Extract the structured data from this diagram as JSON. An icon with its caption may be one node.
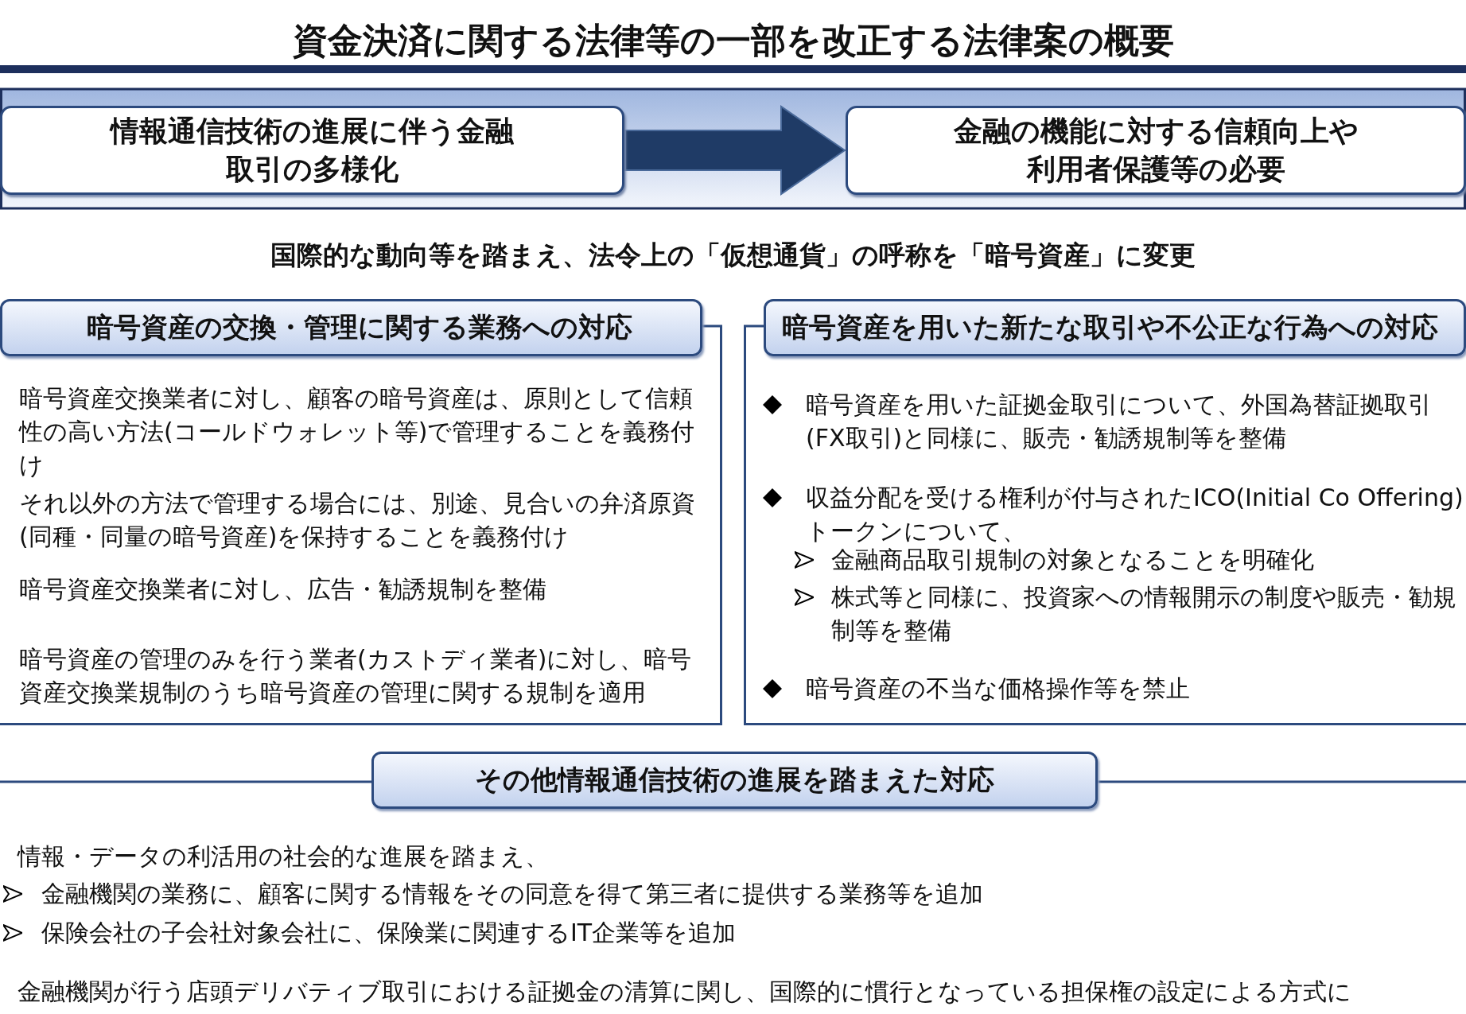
{
  "diagram": {
    "title": "資金決済に関する法律等の一部を改正する法律案の概要",
    "nodes": [
      {
        "text": [
          "情報通信技術の進展に伴う金融取引の多様化"
        ]
      },
      {
        "text": [
          "金融の機能に対する信頼向上や利用者保護等の必要"
        ]
      },
      {
        "text": [
          "暗号資産の交換・管理に関する業務への対応",
          "暗号資産交換業者に対し、顧客の暗号資産は、原則として信頼性の高い方法(コールドウォレット等)で管理することを義務付け",
          "それ以外の方法で管理する場合には、別途、見合いの弁済原資(同種・同量の暗号資産)を保持することを義務付け",
          "暗号資産交換業者に対し、広告・勧誘規制を整備",
          "暗号資産の管理のみを行う業者(カストディ業者)に対し、暗号資産交換業規制のうち暗号資産の管理に関する規制を適用"
        ]
      },
      {
        "text": [
          "暗号資産を用いた新たな取引や不公正な行為への対応",
          "暗号資産を用いた証拠金取引について、外国為替証拠取引(FX取引)と同様に、販売・勧誘規制等を整備",
          "収益分配を受ける権利が付与されたICO(Initial Co Offering)トークンについて、",
          "金融商品取引規制の対象となることを明確化",
          "株式等と同様に、投資家への情報開示の制度や販売・勧規制等を整備",
          "暗号資産の不当な価格操作等を禁止"
        ]
      },
      {
        "text": [
          "その他情報通信技術の進展を踏まえた対応"
        ]
      }
    ],
    "edges": [
      {
        "from": 0,
        "to": 1,
        "arrow": "to"
      }
    ],
    "labels": [
      "国際的な動向等を踏まえ、法令上の「仮想通貨」の呼称を「暗号資産」に変更",
      "情報・データの利活用の社会的な進展を踏まえ、",
      "金融機関の業務に、顧客に関する情報をその同意を得て第三者に提供する業務等を追加",
      "保険会社の子会社対象会社に、保険業に関連するIT企業等を追加",
      "金融機関が行う店頭デリバティブ取引における証拠金の清算に関し、国際的に慣行となっている担保権の設定による方式に"
    ]
  }
}
